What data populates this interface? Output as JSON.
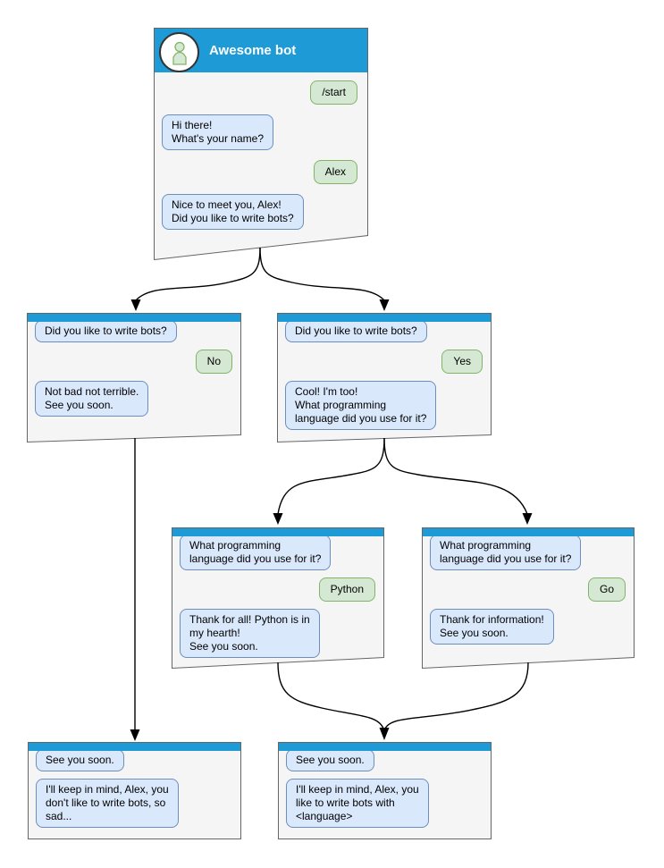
{
  "diagram": {
    "type": "chatbot-conversation-flowchart",
    "colors": {
      "window_header": "#1e9bd7",
      "window_fill": "#f5f5f5",
      "window_border": "#666666",
      "bot_bubble_fill": "#dae8fc",
      "bot_bubble_border": "#6c8ebf",
      "user_bubble_fill": "#d5e8d4",
      "user_bubble_border": "#82b366",
      "arrow": "#000000"
    },
    "windows": [
      {
        "id": "main",
        "title": "Awesome bot",
        "messages": [
          {
            "from": "user",
            "text": "/start"
          },
          {
            "from": "bot",
            "text": "Hi there!\nWhat's your name?"
          },
          {
            "from": "user",
            "text": "Alex"
          },
          {
            "from": "bot",
            "text": "Nice to meet you, Alex!\nDid you like to write bots?"
          }
        ]
      },
      {
        "id": "branch-no",
        "messages": [
          {
            "from": "bot",
            "text": "Did you like to write bots?"
          },
          {
            "from": "user",
            "text": "No"
          },
          {
            "from": "bot",
            "text": "Not bad not terrible.\nSee you soon."
          }
        ]
      },
      {
        "id": "branch-yes",
        "messages": [
          {
            "from": "bot",
            "text": "Did you like to write bots?"
          },
          {
            "from": "user",
            "text": "Yes"
          },
          {
            "from": "bot",
            "text": "Cool! I'm too!\nWhat programming\nlanguage did you use for it?"
          }
        ]
      },
      {
        "id": "branch-python",
        "messages": [
          {
            "from": "bot",
            "text": "What programming\nlanguage did you use for it?"
          },
          {
            "from": "user",
            "text": "Python"
          },
          {
            "from": "bot",
            "text": "Thank for all! Python is in\nmy hearth!\nSee you soon."
          }
        ]
      },
      {
        "id": "branch-go",
        "messages": [
          {
            "from": "bot",
            "text": "What programming\nlanguage did you use for it?"
          },
          {
            "from": "user",
            "text": "Go"
          },
          {
            "from": "bot",
            "text": "Thank for information!\nSee you soon."
          }
        ]
      },
      {
        "id": "end-no",
        "messages": [
          {
            "from": "bot",
            "text": "See you soon."
          },
          {
            "from": "bot",
            "text": "I'll keep in mind, Alex, you\ndon't like to write bots, so\nsad..."
          }
        ]
      },
      {
        "id": "end-language",
        "messages": [
          {
            "from": "bot",
            "text": "See you soon."
          },
          {
            "from": "bot",
            "text": "I'll keep in mind, Alex, you\nlike to write bots with\n<language>"
          }
        ]
      }
    ],
    "edges": [
      {
        "from": "main",
        "to": "branch-no",
        "style": "curved"
      },
      {
        "from": "main",
        "to": "branch-yes",
        "style": "curved"
      },
      {
        "from": "branch-yes",
        "to": "branch-python",
        "style": "curved"
      },
      {
        "from": "branch-yes",
        "to": "branch-go",
        "style": "curved"
      },
      {
        "from": "branch-no",
        "to": "end-no",
        "style": "straight"
      },
      {
        "from": "branch-python",
        "to": "end-language",
        "style": "curved"
      },
      {
        "from": "branch-go",
        "to": "end-language",
        "style": "curved"
      }
    ]
  }
}
